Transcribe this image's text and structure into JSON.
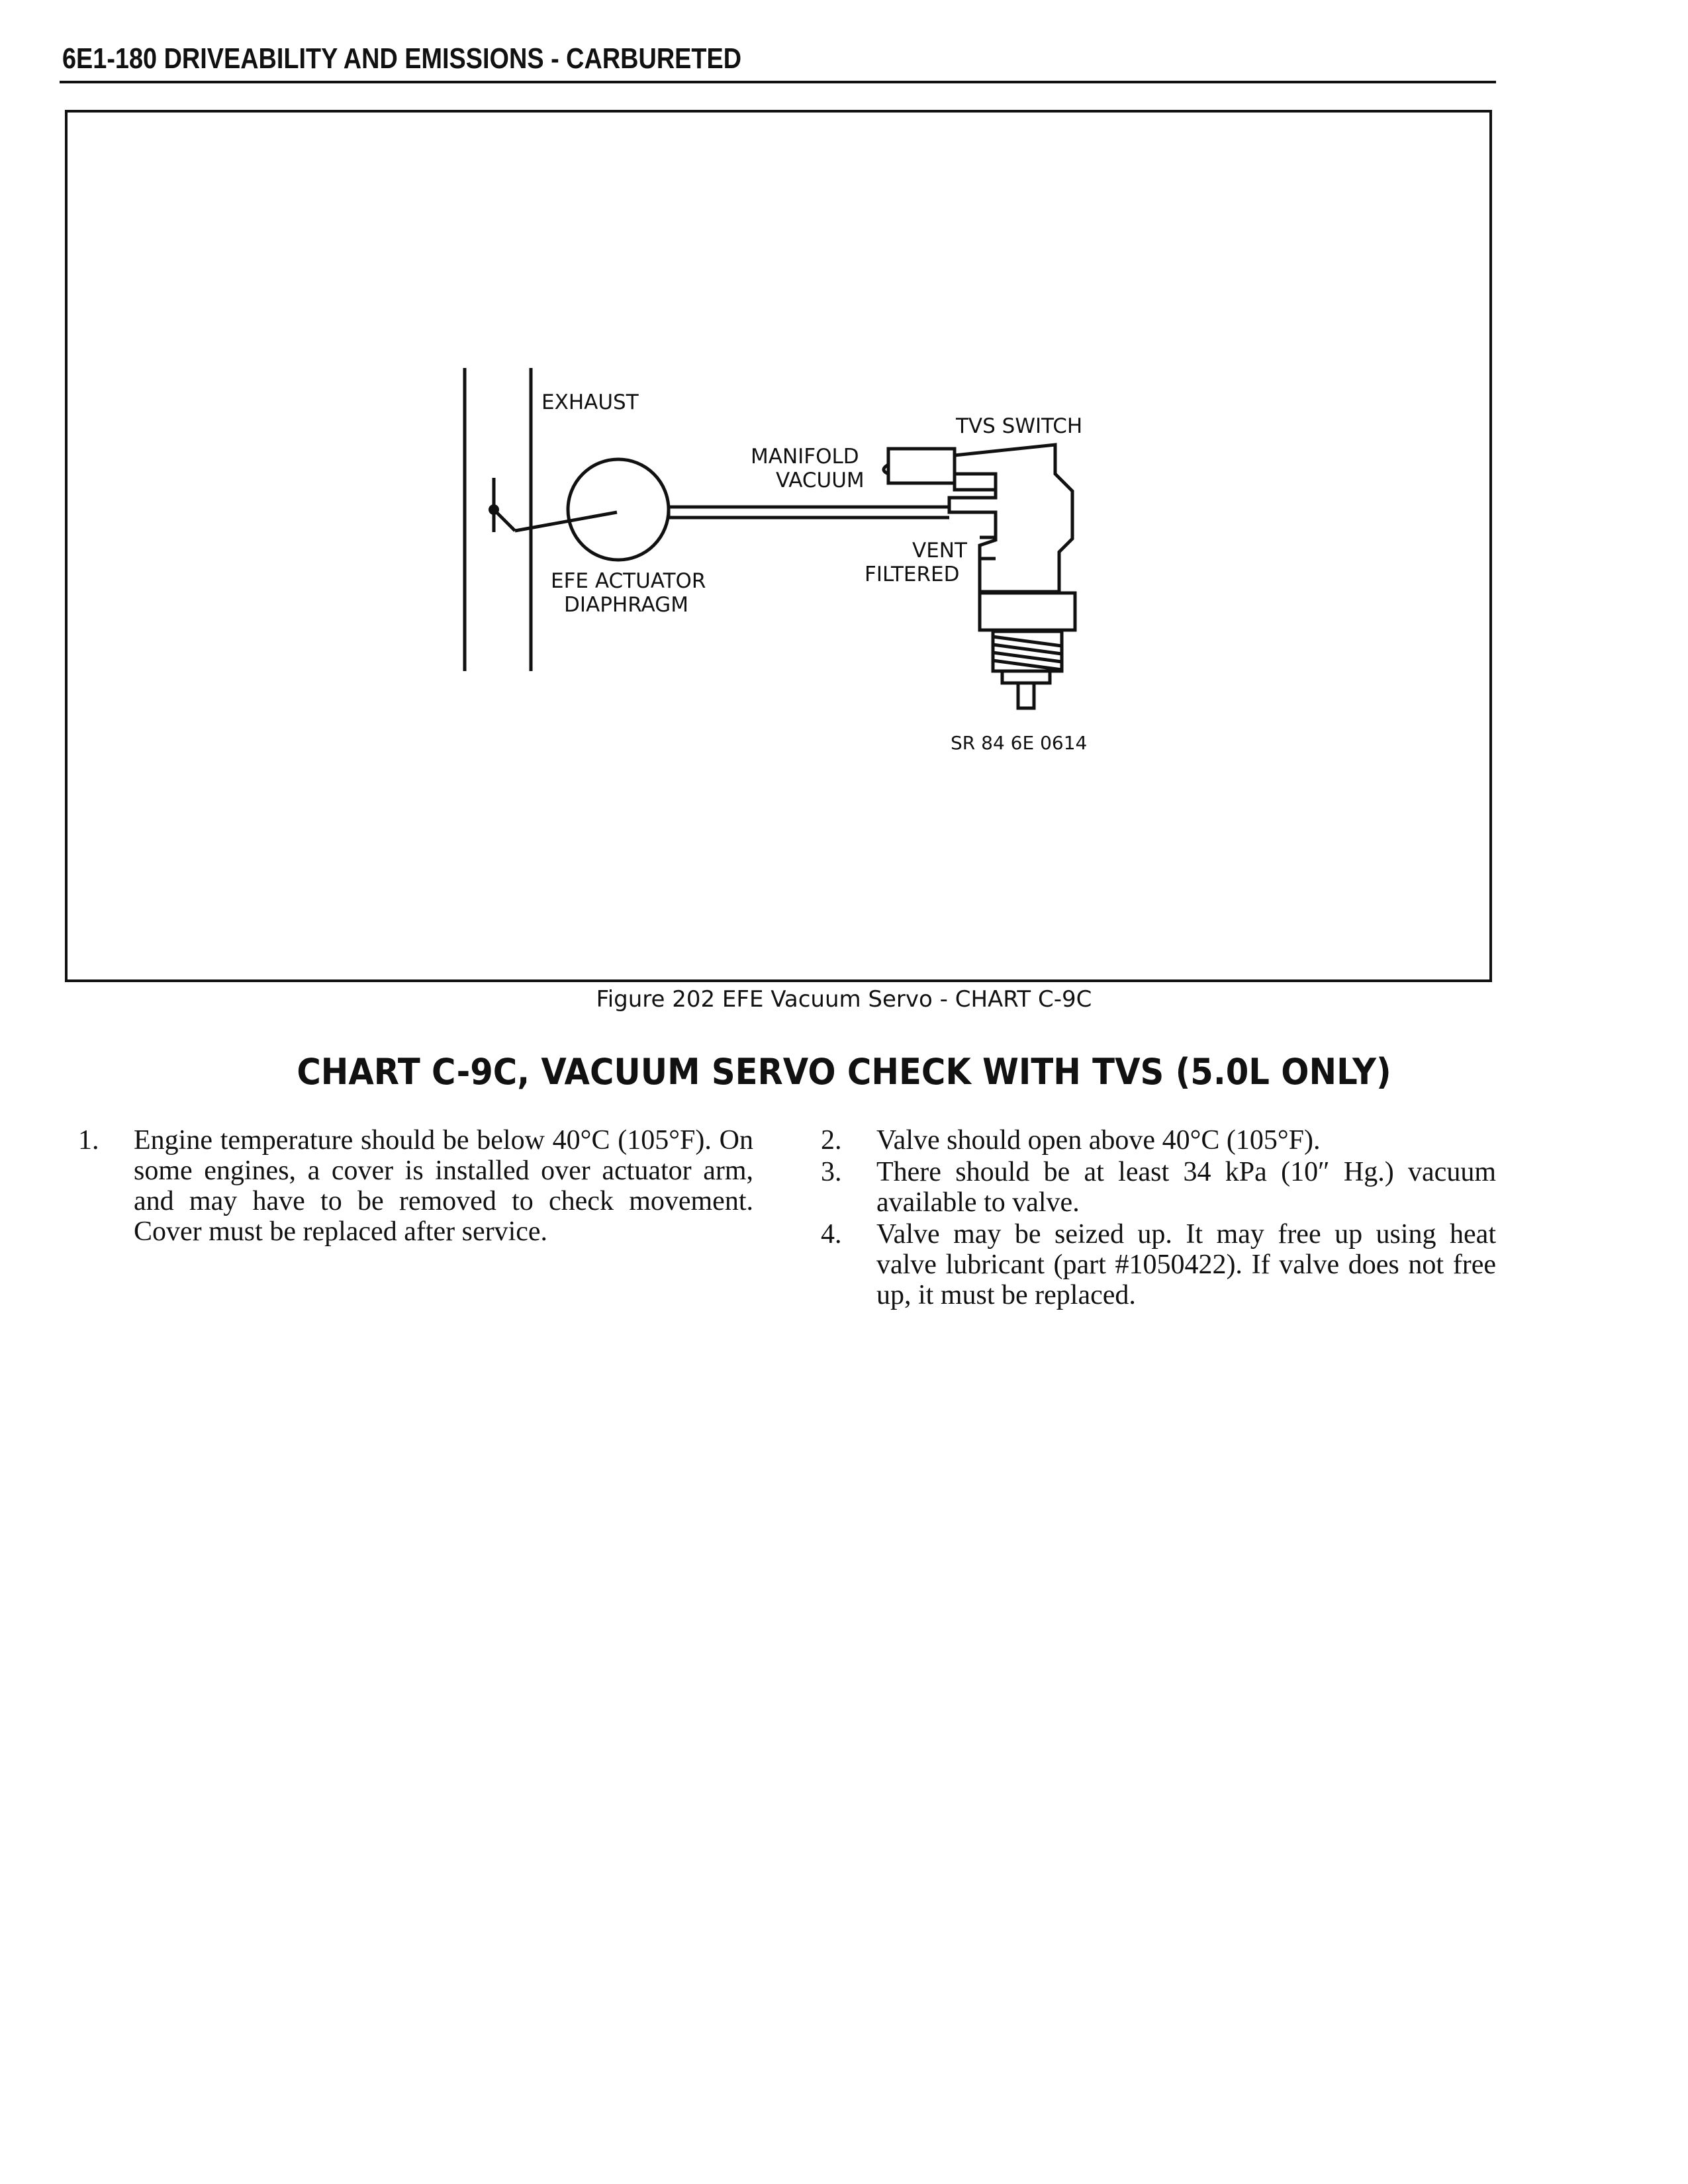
{
  "header": {
    "title": "6E1-180 DRIVEABILITY AND EMISSIONS - CARBURETED"
  },
  "figure": {
    "labels": {
      "exhaust": "EXHAUST",
      "manifold_line1": "MANIFOLD",
      "manifold_line2": "VACUUM",
      "tvs_switch": "TVS SWITCH",
      "vent": "VENT",
      "filtered": "FILTERED",
      "efe_line1": "EFE ACTUATOR",
      "efe_line2": "DIAPHRAGM",
      "ref": "SR 84 6E 0614"
    },
    "caption": "Figure 202 EFE Vacuum Servo - CHART C-9C"
  },
  "chart": {
    "title": "CHART C-9C, VACUUM SERVO CHECK WITH TVS (5.0L ONLY)",
    "left_items": [
      {
        "num": "1.",
        "text": "Engine temperature should be below 40°C (105°F). On some engines, a cover is installed over actuator arm, and may have to be removed to check movement. Cover must be replaced after service."
      }
    ],
    "right_items": [
      {
        "num": "2.",
        "text": "Valve should open above 40°C (105°F)."
      },
      {
        "num": "3.",
        "text": "There should be at least 34 kPa (10″ Hg.) vacuum available to valve."
      },
      {
        "num": "4.",
        "text": "Valve may be seized up. It may free up using heat valve lubricant (part #1050422). If valve does not free up, it must be replaced."
      }
    ]
  }
}
